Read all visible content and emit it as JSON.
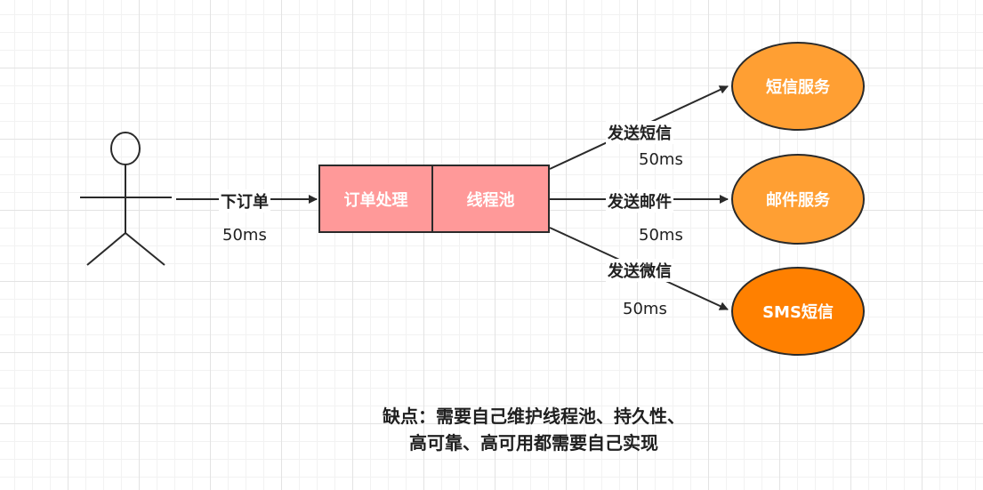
{
  "actor": {
    "icon": "stick-figure"
  },
  "order_edge": {
    "label": "下订单",
    "time": "50ms"
  },
  "process": {
    "order_label": "订单处理",
    "pool_label": "线程池",
    "fill": "#ff9999"
  },
  "services": [
    {
      "label": "短信服务",
      "color": "#ff9f33"
    },
    {
      "label": "邮件服务",
      "color": "#ff9f33"
    },
    {
      "label": "SMS短信",
      "color": "#ff8000"
    }
  ],
  "edges": [
    {
      "label": "发送短信",
      "time": "50ms"
    },
    {
      "label": "发送邮件",
      "time": "50ms"
    },
    {
      "label": "发送微信",
      "time": "50ms"
    }
  ],
  "note": {
    "line1": "缺点：需要自己维护线程池、持久性、",
    "line2": "高可靠、高可用都需要自己实现"
  }
}
